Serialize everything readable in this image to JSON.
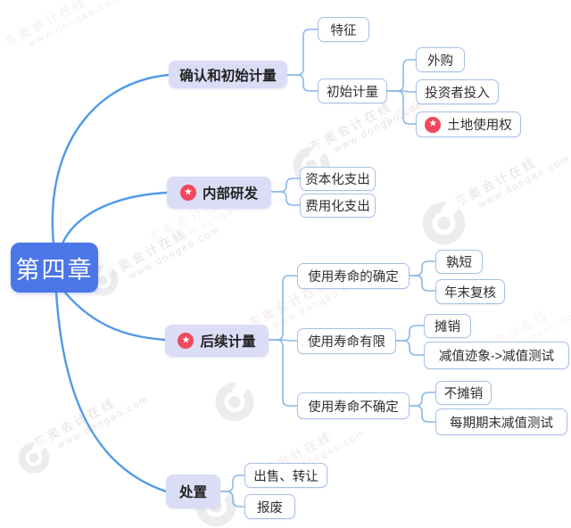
{
  "root": {
    "label": "第四章"
  },
  "branches": [
    {
      "label": "确认和初始计量",
      "children": [
        {
          "label": "特征"
        },
        {
          "label": "初始计量",
          "children": [
            {
              "label": "外购"
            },
            {
              "label": "投资者投入"
            },
            {
              "label": "土地使用权",
              "star": true
            }
          ]
        }
      ]
    },
    {
      "label": "内部研发",
      "star": true,
      "children": [
        {
          "label": "资本化支出"
        },
        {
          "label": "费用化支出"
        }
      ]
    },
    {
      "label": "后续计量",
      "star": true,
      "children": [
        {
          "label": "使用寿命的确定",
          "children": [
            {
              "label": "孰短"
            },
            {
              "label": "年末复核"
            }
          ]
        },
        {
          "label": "使用寿命有限",
          "children": [
            {
              "label": "摊销"
            },
            {
              "label": "减值迹象->减值测试"
            }
          ]
        },
        {
          "label": "使用寿命不确定",
          "children": [
            {
              "label": "不摊销"
            },
            {
              "label": "每期期末减值测试"
            }
          ]
        }
      ]
    },
    {
      "label": "处置",
      "children": [
        {
          "label": "出售、转让"
        },
        {
          "label": "报废"
        }
      ]
    }
  ],
  "icons": {
    "star": "★"
  },
  "watermark": {
    "line1": "东奥会计在线",
    "line2": "www.dongao.com"
  },
  "colors": {
    "root_bg": "#4a76e8",
    "branch_bg": "#dbdcf6",
    "node_border": "#a8bfe8",
    "edge_main": "#4f9ae8",
    "edge_sub": "#8ab7e8",
    "star_red": "#f2485b",
    "text": "#2f2f2f"
  }
}
